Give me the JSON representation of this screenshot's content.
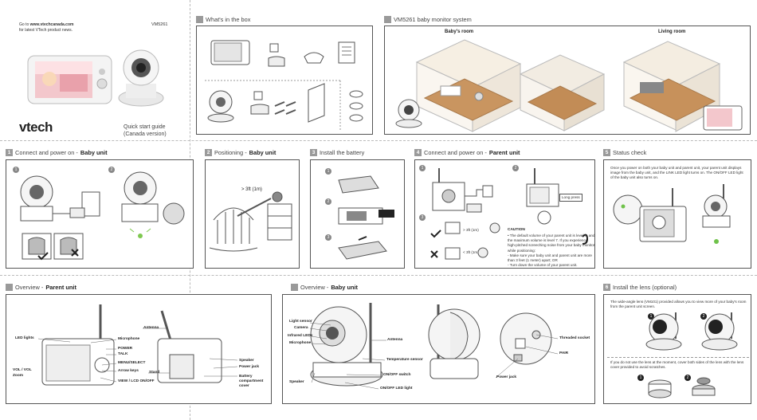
{
  "cover": {
    "go_to": "Go to ",
    "url": "www.vtechcanada.com",
    "latest": "for latest VTech product news.",
    "model": "VM5261",
    "logo": "vtech",
    "title_line1": "Quick start guide",
    "title_line2": "(Canada version)"
  },
  "box": {
    "num": "",
    "title": "What's in the box"
  },
  "system": {
    "num": "",
    "title": "VM5261 baby monitor system",
    "babys_room": "Baby's room",
    "living_room": "Living room"
  },
  "step1": {
    "num": "1",
    "title": "Connect and power on - ",
    "title_bold": "Baby unit",
    "c1": "1",
    "c2": "2"
  },
  "step2": {
    "num": "2",
    "title": "Positioning - ",
    "title_bold": "Baby unit",
    "distance": "> 3ft (1m)"
  },
  "step3": {
    "num": "3",
    "title": "Install the battery",
    "c1": "1",
    "c2": "2",
    "c3": "3"
  },
  "step4": {
    "num": "4",
    "title": "Connect and power on - ",
    "title_bold": "Parent unit",
    "c1": "1",
    "c2": "2",
    "c3": "3",
    "long_press": "Long press",
    "d1": "> 3ft (1m)",
    "d2": "< 3ft (1m)",
    "caution": "CAUTION",
    "bullet1": "• The default volume of your parent unit is level 4, and the maximum volume is level 7. If you experience high-pitched screeching noise from your baby monitor while positioning:",
    "bullet2": "- Make sure your baby unit and parent unit are more than 3 feet (1 meter) apart; OR",
    "bullet3": "- Turn down the volume of your parent unit."
  },
  "step5": {
    "num": "5",
    "title": "Status check",
    "text": "Once you power on both your baby unit and parent unit, your parent unit displays image from the baby unit, and the LINK LED light turns on. The ON/OFF LED light of the baby unit also turns on.",
    "link": "LINK"
  },
  "overview_parent": {
    "num": "",
    "title": "Overview - ",
    "title_bold": "Parent unit",
    "labels": {
      "led": "LED lights",
      "mic": "Microphone",
      "power": "POWER",
      "talk": "TALK",
      "menu": "MENU/SELECT",
      "arrows": "Arrow keys",
      "view": "VIEW / LCD ON/OFF",
      "vol": "VOL / VOL",
      "zoom": "Zoom",
      "antenna": "Antenna",
      "stand": "Stand",
      "speaker": "Speaker",
      "power_jack": "Power jack",
      "battery": "Battery",
      "battery2": "compartment",
      "battery3": "cover"
    }
  },
  "overview_baby": {
    "num": "",
    "title": "Overview - ",
    "title_bold": "Baby unit",
    "labels": {
      "light_sensor": "Light sensor",
      "camera": "Camera",
      "ir": "Infrared LEDs",
      "mic": "Microphone",
      "speaker": "Speaker",
      "antenna": "Antenna",
      "temp": "Temperature sensor",
      "onoff_switch": "ON/OFF switch",
      "onoff_led": "ON/OFF LED light",
      "socket": "Threaded socket",
      "pair": "PAIR",
      "power_jack": "Power jack"
    }
  },
  "step6": {
    "num": "6",
    "title": "Install the lens (optional)",
    "text1": "The wide-angle lens (VM101) provided allows you to view more of your baby's room from the parent unit screen.",
    "text2": "If you do not use the lens at the moment, cover both sides of the lens with the lens cover provided to avoid scratches.",
    "c1": "1",
    "c2": "2"
  }
}
